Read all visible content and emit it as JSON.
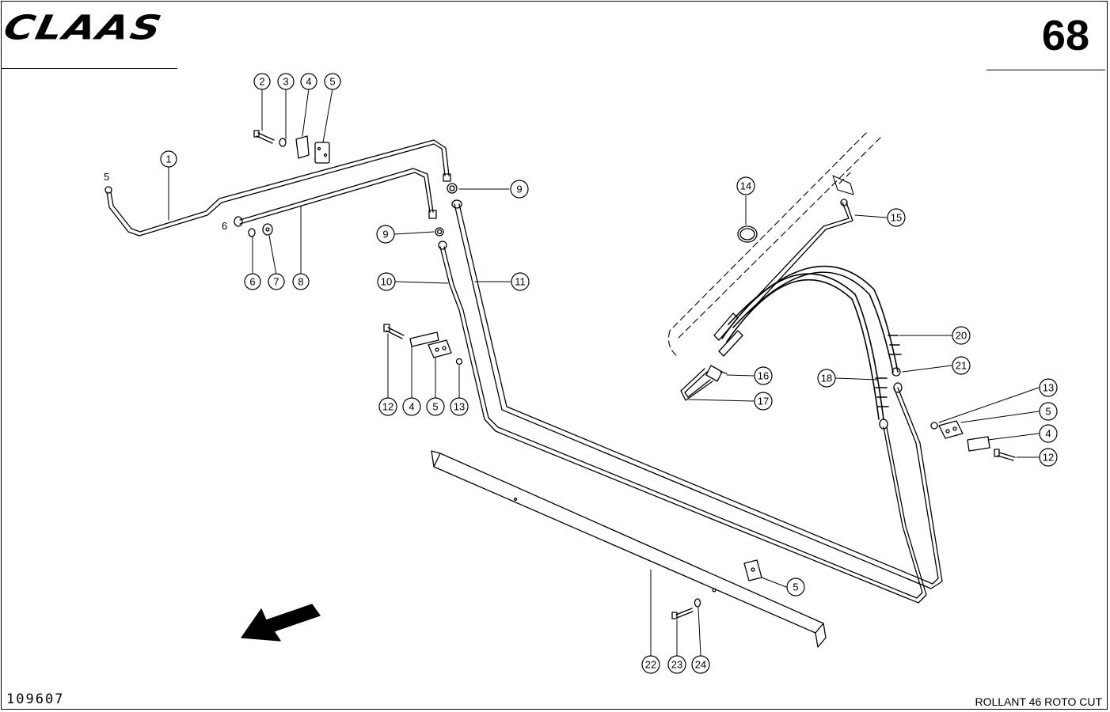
{
  "header": {
    "brand": "CLAAS",
    "page_number": "68"
  },
  "footer": {
    "drawing_number": "109607",
    "model": "ROLLANT 46 ROTO CUT"
  },
  "callouts": {
    "c_2": "2",
    "c_3": "3",
    "c_4a": "4",
    "c_5a": "5",
    "c_1": "1",
    "c_9a": "9",
    "c_9b": "9",
    "c_6": "6",
    "c_7": "7",
    "c_8": "8",
    "c_10": "10",
    "c_11": "11",
    "c_12a": "12",
    "c_4b": "4",
    "c_5b": "5",
    "c_13a": "13",
    "c_14": "14",
    "c_15": "15",
    "c_16": "16",
    "c_17": "17",
    "c_18": "18",
    "c_20": "20",
    "c_21": "21",
    "c_13b": "13",
    "c_5c": "5",
    "c_4c": "4",
    "c_12b": "12",
    "c_5d": "5",
    "c_22": "22",
    "c_23": "23",
    "c_24": "24"
  },
  "inline_labels": {
    "pipe_end_5": "5",
    "pipe_end_6": "6"
  }
}
